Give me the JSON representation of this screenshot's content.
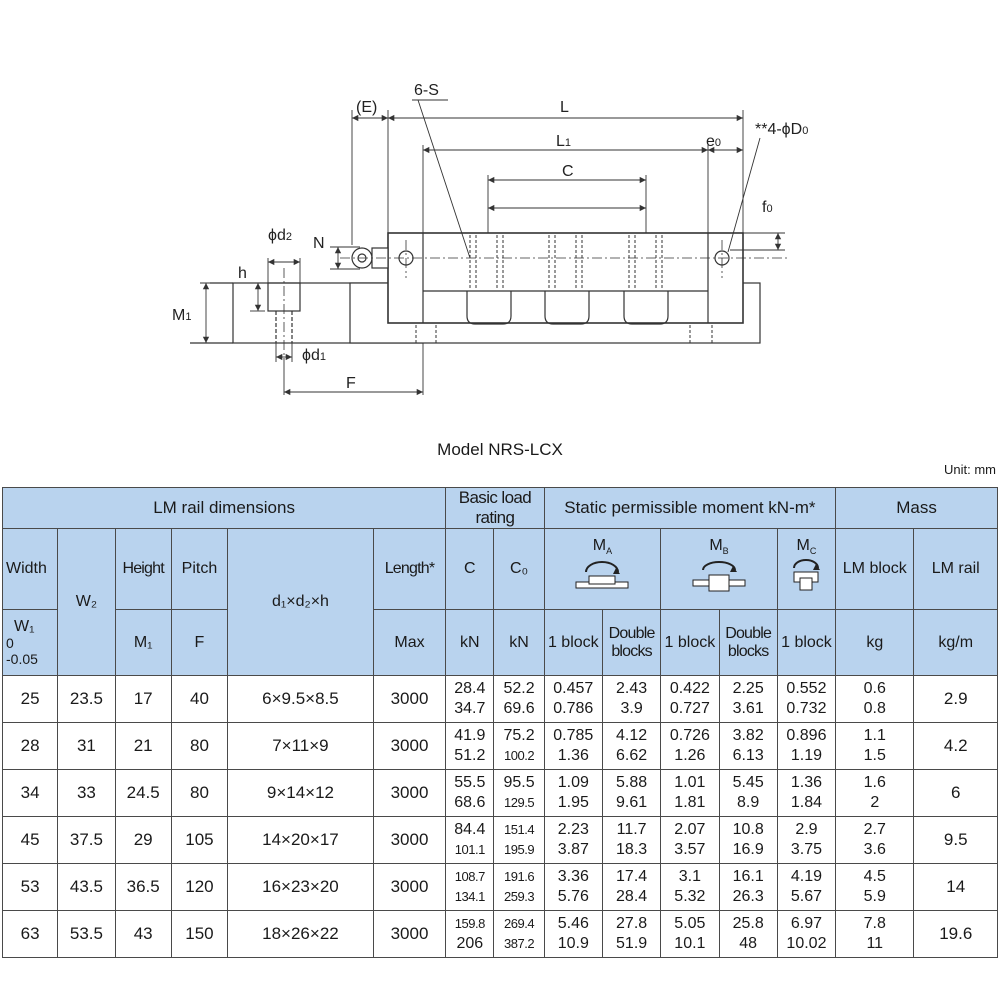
{
  "drawing_labels": {
    "E": "(E)",
    "six_s": "6-S",
    "L": "L",
    "L1": "L",
    "L1_sub": "1",
    "C": "C",
    "e0": "e",
    "e0_sub": "0",
    "four_d0": "**4-ϕD",
    "four_d0_sub": "0",
    "f0": "f",
    "f0_sub": "0",
    "d2": "ϕd",
    "d2_sub": "2",
    "N": "N",
    "h": "h",
    "M1": "M",
    "M1_sub": "1",
    "d1": "ϕd",
    "d1_sub": "1",
    "F": "F"
  },
  "model_title": "Model NRS-LCX",
  "unit": "Unit: mm",
  "headers": {
    "lm_rail": "LM rail dimensions",
    "basic_load": "Basic load rating",
    "static_moment": "Static permissible moment kN-m*",
    "mass": "Mass",
    "width": "Width",
    "height": "Height",
    "pitch": "Pitch",
    "length": "Length*",
    "c": "C",
    "c0": "C₀",
    "ma": "M",
    "ma_sub": "A",
    "mb": "M",
    "mb_sub": "B",
    "mc": "M",
    "mc_sub": "C",
    "lm_block": "LM block",
    "lm_rail_mass": "LM rail",
    "w1": "W₁",
    "w1_tol": "0 -0.05",
    "w2": "W₂",
    "m1": "M₁",
    "f": "F",
    "d1d2h": "d₁×d₂×h",
    "max": "Max",
    "kn": "kN",
    "kn0": "kN",
    "one_block": "1 block",
    "double_blocks": "Double blocks",
    "kg": "kg",
    "kgm": "kg/m"
  },
  "rows": [
    {
      "w1": "25",
      "w2": "23.5",
      "m1": "17",
      "f": "40",
      "d": "6×9.5×8.5",
      "len": "3000",
      "c": [
        "28.4",
        "34.7"
      ],
      "c0": [
        "52.2",
        "69.6"
      ],
      "ma1": [
        "0.457",
        "0.786"
      ],
      "ma2": [
        "2.43",
        "3.9"
      ],
      "mb1": [
        "0.422",
        "0.727"
      ],
      "mb2": [
        "2.25",
        "3.61"
      ],
      "mc1": [
        "0.552",
        "0.732"
      ],
      "blk": [
        "0.6",
        "0.8"
      ],
      "rail": "2.9"
    },
    {
      "w1": "28",
      "w2": "31",
      "m1": "21",
      "f": "80",
      "d": "7×11×9",
      "len": "3000",
      "c": [
        "41.9",
        "51.2"
      ],
      "c0": [
        "75.2",
        "100.2"
      ],
      "ma1": [
        "0.785",
        "1.36"
      ],
      "ma2": [
        "4.12",
        "6.62"
      ],
      "mb1": [
        "0.726",
        "1.26"
      ],
      "mb2": [
        "3.82",
        "6.13"
      ],
      "mc1": [
        "0.896",
        "1.19"
      ],
      "blk": [
        "1.1",
        "1.5"
      ],
      "rail": "4.2"
    },
    {
      "w1": "34",
      "w2": "33",
      "m1": "24.5",
      "f": "80",
      "d": "9×14×12",
      "len": "3000",
      "c": [
        "55.5",
        "68.6"
      ],
      "c0": [
        "95.5",
        "129.5"
      ],
      "ma1": [
        "1.09",
        "1.95"
      ],
      "ma2": [
        "5.88",
        "9.61"
      ],
      "mb1": [
        "1.01",
        "1.81"
      ],
      "mb2": [
        "5.45",
        "8.9"
      ],
      "mc1": [
        "1.36",
        "1.84"
      ],
      "blk": [
        "1.6",
        "2"
      ],
      "rail": "6"
    },
    {
      "w1": "45",
      "w2": "37.5",
      "m1": "29",
      "f": "105",
      "d": "14×20×17",
      "len": "3000",
      "c": [
        "84.4",
        "101.1"
      ],
      "c0": [
        "151.4",
        "195.9"
      ],
      "ma1": [
        "2.23",
        "3.87"
      ],
      "ma2": [
        "11.7",
        "18.3"
      ],
      "mb1": [
        "2.07",
        "3.57"
      ],
      "mb2": [
        "10.8",
        "16.9"
      ],
      "mc1": [
        "2.9",
        "3.75"
      ],
      "blk": [
        "2.7",
        "3.6"
      ],
      "rail": "9.5"
    },
    {
      "w1": "53",
      "w2": "43.5",
      "m1": "36.5",
      "f": "120",
      "d": "16×23×20",
      "len": "3000",
      "c": [
        "108.7",
        "134.1"
      ],
      "c0": [
        "191.6",
        "259.3"
      ],
      "ma1": [
        "3.36",
        "5.76"
      ],
      "ma2": [
        "17.4",
        "28.4"
      ],
      "mb1": [
        "3.1",
        "5.32"
      ],
      "mb2": [
        "16.1",
        "26.3"
      ],
      "mc1": [
        "4.19",
        "5.67"
      ],
      "blk": [
        "4.5",
        "5.9"
      ],
      "rail": "14"
    },
    {
      "w1": "63",
      "w2": "53.5",
      "m1": "43",
      "f": "150",
      "d": "18×26×22",
      "len": "3000",
      "c": [
        "159.8",
        "206"
      ],
      "c0": [
        "269.4",
        "387.2"
      ],
      "ma1": [
        "5.46",
        "10.9"
      ],
      "ma2": [
        "27.8",
        "51.9"
      ],
      "mb1": [
        "5.05",
        "10.1"
      ],
      "mb2": [
        "25.8",
        "48"
      ],
      "mc1": [
        "6.97",
        "10.02"
      ],
      "blk": [
        "7.8",
        "11"
      ],
      "rail": "19.6"
    }
  ]
}
